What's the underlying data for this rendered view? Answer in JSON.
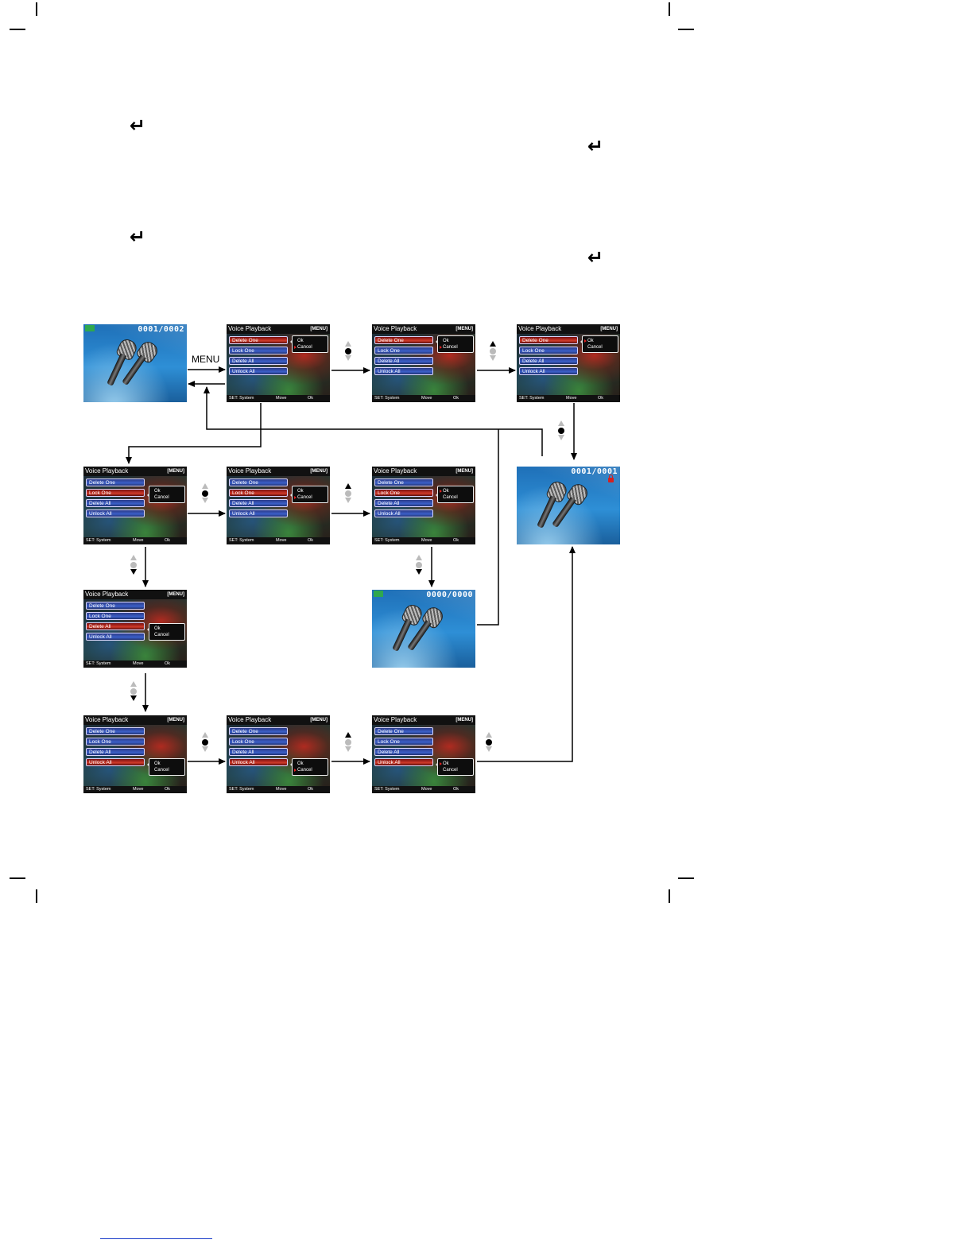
{
  "menu": {
    "title": "Voice Playback",
    "menu_tag": "[MENU]",
    "items": [
      "Delete One",
      "Lock One",
      "Delete All",
      "Unlock All"
    ],
    "confirm": [
      "Ok",
      "Cancel"
    ],
    "footer_set": "SET: System",
    "footer_move": "Move",
    "footer_ok": "Ok"
  },
  "playback": {
    "counter_start": "0001/0002",
    "counter_after_delete": "0000/0000",
    "counter_after_lock": "0001/0001"
  },
  "labels": {
    "menu_key": "MENU"
  },
  "icons": [
    "enter-icon",
    "lock-icon",
    "microphone-icon",
    "up-arrow-icon",
    "down-arrow-icon",
    "ok-dot-icon",
    "menu-exit-icon"
  ],
  "colors": {
    "selected_item": "#d03a2a",
    "item": "#3b5fc8",
    "playback_bg": "#2e8fd6",
    "lock": "#d42020"
  }
}
